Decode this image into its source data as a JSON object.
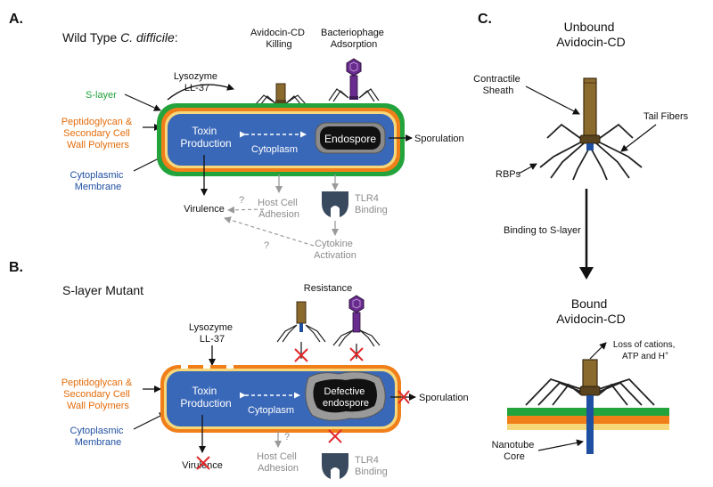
{
  "panel_a": {
    "letter": "A.",
    "title_prefix": "Wild Type ",
    "title_species": "C. difficile",
    "title_suffix": ":",
    "killing": [
      "Avidocin-CD",
      "Killing"
    ],
    "adsorption": [
      "Bacteriophage",
      "Adsorption"
    ],
    "lysozyme": [
      "Lysozyme",
      "LL-37"
    ],
    "slayer": "S-layer",
    "peptidoglycan": [
      "Peptidoglycan &",
      "Secondary Cell",
      "Wall Polymers"
    ],
    "membrane": [
      "Cytoplasmic",
      "Membrane"
    ],
    "toxin": [
      "Toxin",
      "Production"
    ],
    "cytoplasm": "Cytoplasm",
    "endospore": "Endospore",
    "sporulation": "Sporulation",
    "virulence": "Virulence",
    "adhesion": [
      "Host Cell",
      "Adhesion"
    ],
    "tlr4": [
      "TLR4",
      "Binding"
    ],
    "cytokine": [
      "Cytokine",
      "Activation"
    ],
    "q1": "?",
    "q2": "?"
  },
  "panel_b": {
    "letter": "B.",
    "title": "S-layer Mutant",
    "resistance": "Resistance",
    "lysozyme": [
      "Lysozyme",
      "LL-37"
    ],
    "peptidoglycan": [
      "Peptidoglycan &",
      "Secondary Cell",
      "Wall Polymers"
    ],
    "membrane": [
      "Cytoplasmic",
      "Membrane"
    ],
    "toxin": [
      "Toxin",
      "Production"
    ],
    "cytoplasm": "Cytoplasm",
    "endospore": [
      "Defective",
      "endospore"
    ],
    "sporulation": "Sporulation",
    "virulence": "Virulence",
    "adhesion": [
      "Host Cell",
      "Adhesion"
    ],
    "tlr4": [
      "TLR4",
      "Binding"
    ],
    "q": "?"
  },
  "panel_c": {
    "letter": "C.",
    "unbound": [
      "Unbound",
      "Avidocin-CD"
    ],
    "sheath": [
      "Contractile",
      "Sheath"
    ],
    "tail_fibers": "Tail Fibers",
    "rbps": "RBPs",
    "binding": "Binding to S-layer",
    "bound": [
      "Bound",
      "Avidocin-CD"
    ],
    "loss_line1": "Loss of cations,",
    "loss_line2_main": "ATP and H",
    "loss_line2_sup": "+",
    "nanotube": [
      "Nanotube",
      "Core"
    ]
  },
  "colors": {
    "slayer_green": "#22a33c",
    "peptidoglycan_orange": "#f07f1a",
    "membrane_yellow": "#f6d77a",
    "cytoplasm_blue": "#3a68b8",
    "membrane_label_blue": "#1f4fa0",
    "sheath_brown": "#8b6a2e",
    "phage_purple": "#6a2b8f",
    "receptor_grey": "#3a4a5e",
    "cross_red": "#e0282a"
  }
}
